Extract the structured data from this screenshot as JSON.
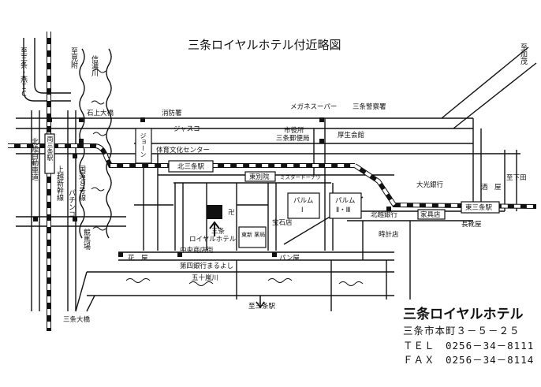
{
  "title": "三条ロイヤルホテル付近略図",
  "labels": {
    "shobosho": "消防署",
    "mega": "メガネスーパー",
    "keisatsu": "三条警察署",
    "ishigami": "石上大橋",
    "jasco": "ジャスコ",
    "shiyakusho": "市役所",
    "yubinkyoku": "三条郵便局",
    "kosei": "厚生会館",
    "taiiku": "体育文化センター",
    "kita_sanjo": "北三条駅",
    "higashi_betsuin": "東別院",
    "mister": "ミスタードーナツ",
    "palm1": "パルム",
    "palm1_num": "Ⅰ",
    "palm2": "パルム",
    "palm2_num": "Ⅱ・Ⅲ",
    "hotaru": "宝石店",
    "hotel": "三条\nロイヤルホテル",
    "hotel_l1": "三条",
    "hotel_l2": "ロイヤルホテル",
    "hokuetsu": "北越銀行",
    "kagu": "家具店",
    "higashi_sanjo": "東三条駅",
    "taiko": "大光銀行",
    "saka": "酒　屋",
    "nagaguts": "長靴屋",
    "tokei": "時計店",
    "chuo": "中央商店街",
    "hana": "花　屋",
    "daishi": "第四銀行",
    "maruyoshi": "まるよし",
    "pan": "パン屋",
    "yakkyoku": "東新\n薬局",
    "gojikkawa": "五十嵐川",
    "to_sanjo_eki": "至三条駅",
    "sanjo_ohashi": "三条大橋",
    "shimoda": "至下田",
    "manji": "卍"
  },
  "vertical_labels": {
    "to_sanjo_ic": "至三条・燕ＩＣ",
    "to_mitsuke": "至見附",
    "shinano": "信濃川",
    "ryoke": "両三条駅",
    "joshinetsu": "上越新幹線",
    "pachinko": "パチンコ",
    "kokudo": "国道８号線",
    "hokuriku": "北陸自動車道",
    "joyaen": "ジョーン",
    "keibajo": "競馬場",
    "to_kamo": "至加茂"
  },
  "address": {
    "name": "三条ロイヤルホテル",
    "street": "三条市本町３－５－２５",
    "tel": "ＴＥＬ　0256－34－8111",
    "fax": "ＦＡＸ　0256－34－8114"
  }
}
